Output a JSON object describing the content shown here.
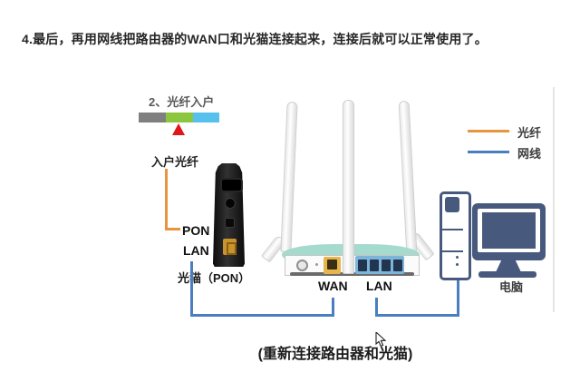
{
  "instruction": "4.最后，再用网线把路由器的WAN口和光猫连接起来，连接后就可以正常使用了。",
  "caption": "(重新连接路由器和光猫)",
  "step": {
    "label": "2、光纤入户",
    "bar": {
      "colors": [
        "#7f7f7f",
        "#8cc63e",
        "#57c1ed"
      ],
      "marker_color": "#e0161b"
    }
  },
  "modem": {
    "fiber_in_label": "入户光纤",
    "pon_port_label": "PON",
    "lan_port_label": "LAN",
    "name": "光猫（PON）"
  },
  "router": {
    "wan_label": "WAN",
    "lan_label": "LAN"
  },
  "computer": {
    "label": "电脑"
  },
  "legend": {
    "items": [
      {
        "label": "光纤",
        "color": "#e8953f"
      },
      {
        "label": "网线",
        "color": "#4a7ec0"
      }
    ]
  },
  "colors": {
    "fiber_cable": "#e8953f",
    "network_cable": "#4a7ec0",
    "computer_navy": "#47597d",
    "router_top_mint": "#a5dace",
    "wan_port_yellow": "#e7b54a",
    "lan_panel_blue": "#7cb5da"
  }
}
